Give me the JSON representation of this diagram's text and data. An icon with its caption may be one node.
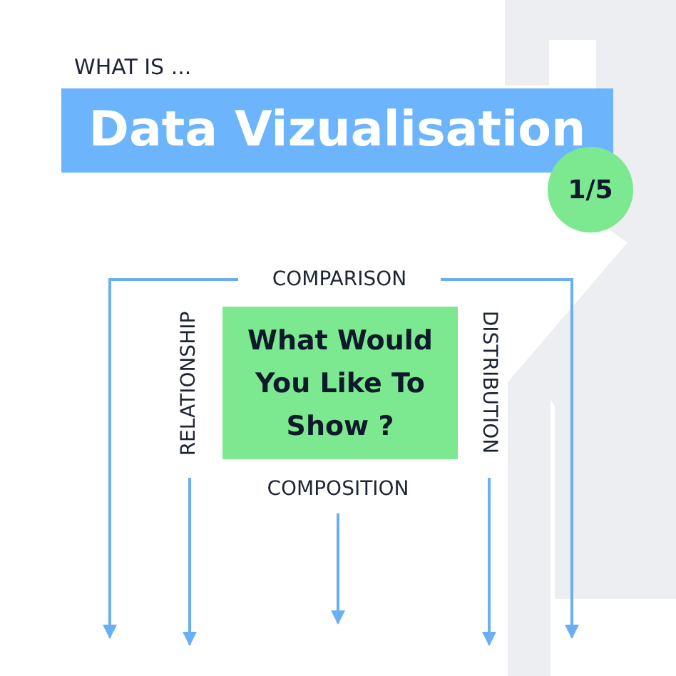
{
  "diagram": {
    "title": "Data Vizualisation",
    "nodes": [
      {
        "text": [
          "What Would You Like To Show ?"
        ]
      },
      {
        "text": [
          "COMPARISON"
        ]
      },
      {
        "text": [
          "RELATIONSHIP"
        ]
      },
      {
        "text": [
          "DISTRIBUTION"
        ]
      },
      {
        "text": [
          "COMPOSITION"
        ]
      },
      {
        "text": [
          "1/5"
        ]
      }
    ],
    "edges": [
      {
        "from": 1,
        "to": null,
        "arrow": "to"
      },
      {
        "from": 1,
        "to": null,
        "arrow": "to"
      },
      {
        "from": 2,
        "to": null,
        "arrow": "to"
      },
      {
        "from": 3,
        "to": null,
        "arrow": "to"
      },
      {
        "from": 4,
        "to": null,
        "arrow": "to"
      }
    ],
    "labels": [
      "WHAT IS ..."
    ]
  }
}
